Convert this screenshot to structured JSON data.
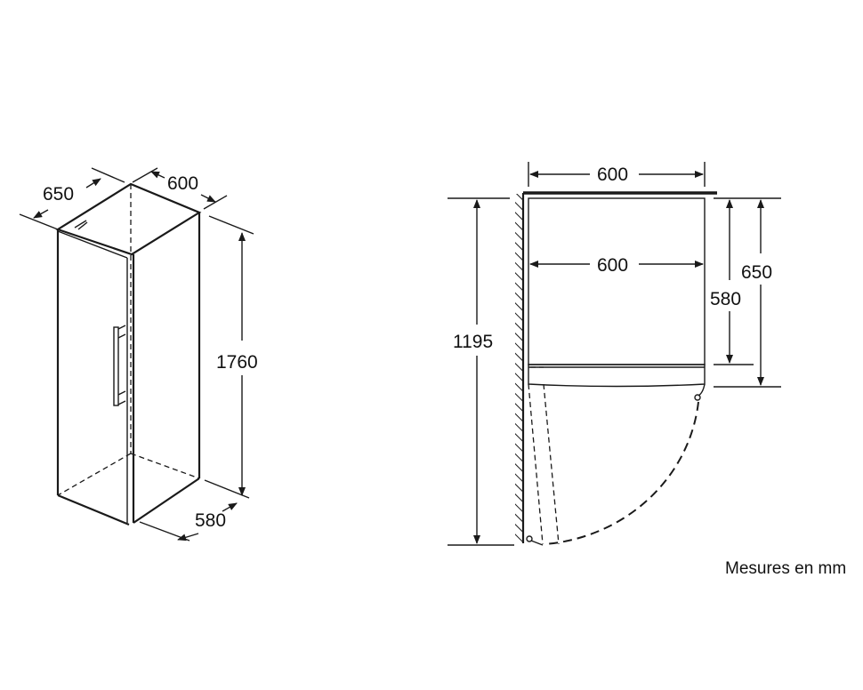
{
  "isometric_view": {
    "depth_label": "650",
    "width_label": "600",
    "height_label": "1760",
    "door_depth_label": "580"
  },
  "top_view": {
    "outer_width_label": "600",
    "inner_width_label": "600",
    "door_open_clearance_label": "1195",
    "body_depth_label": "580",
    "total_depth_label": "650"
  },
  "note": "Mesures en mm"
}
